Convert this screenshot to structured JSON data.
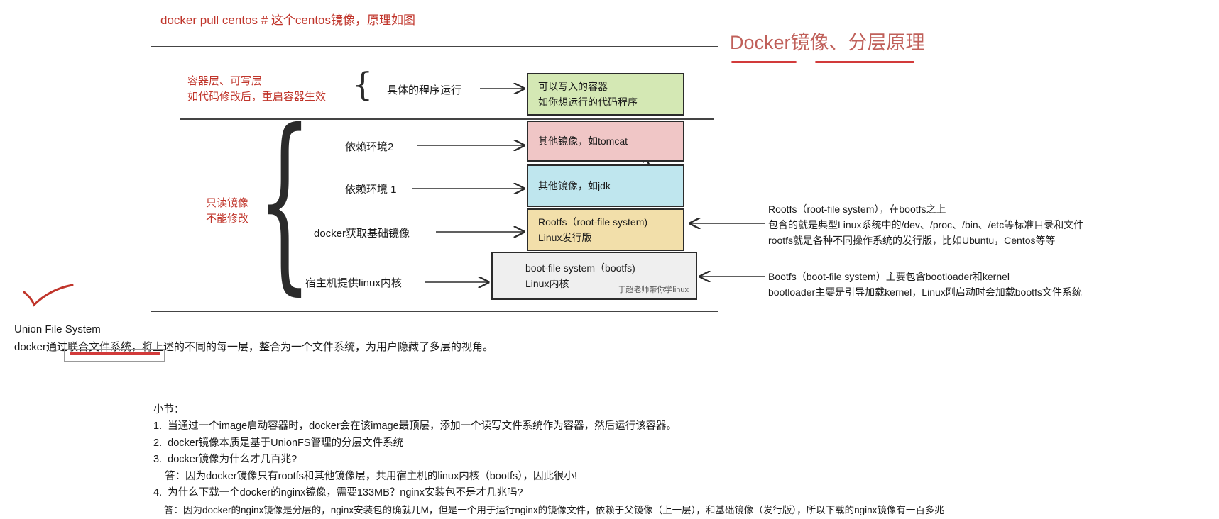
{
  "header": {
    "command": "docker pull centos  # 这个centos镜像，原理如图",
    "title": "Docker镜像、分层原理"
  },
  "diagram": {
    "left_labels": {
      "container_layer": [
        "容器层、可写层",
        "如代码修改后，重启容器生效"
      ],
      "readonly": [
        "只读镜像",
        "不能修改"
      ]
    },
    "row_labels": [
      "具体的程序运行",
      "依赖环境2",
      "依赖环境 1",
      "docker获取基础镜像",
      "宿主机提供linux内核"
    ],
    "boxes": {
      "green": [
        "可以写入的容器",
        "如你想运行的代码程序"
      ],
      "pink": [
        "其他镜像，如tomcat"
      ],
      "cyan": [
        "其他镜像，如jdk"
      ],
      "yellow": [
        "Rootfs（root-file system)",
        "Linux发行版"
      ],
      "gray": [
        "boot-file system（bootfs)",
        "Linux内核"
      ]
    },
    "watermark": "于超老师带你学linux",
    "rootfs_notes": [
      "Rootfs（root-file system），在bootfs之上",
      "包含的就是典型Linux系统中的/dev、/proc、/bin、/etc等标准目录和文件",
      "rootfs就是各种不同操作系统的发行版，比如Ubuntu，Centos等等"
    ],
    "bootfs_notes": [
      "Bootfs（boot-file system）主要包含bootloader和kernel",
      "bootloader主要是引导加载kernel，Linux刚启动时会加载bootfs文件系统"
    ]
  },
  "ufs": {
    "title": "Union File System",
    "desc": "docker通过联合文件系统，将上述的不同的每一层，整合为一个文件系统，为用户隐藏了多层的视角。"
  },
  "summary": {
    "heading": "小节：",
    "lines": [
      "1.  当通过一个image启动容器时，docker会在该image最顶层，添加一个读写文件系统作为容器，然后运行该容器。",
      "2.  docker镜像本质是基于UnionFS管理的分层文件系统",
      "3.  docker镜像为什么才几百兆?",
      "    答：因为docker镜像只有rootfs和其他镜像层，共用宿主机的linux内核（bootfs），因此很小!",
      "4.  为什么下载一个docker的nginx镜像，需要133MB？nginx安装包不是才几兆吗?",
      "    答：因为docker的nginx镜像是分层的，nginx安装包的确就几M，但是一个用于运行nginx的镜像文件，依赖于父镜像（上一层），和基础镜像（发行版），所以下载的nginx镜像有一百多兆"
    ]
  },
  "colors": {
    "accent_red": "#c0352b",
    "green_box": "#d4e8b4",
    "pink_box": "#f0c6c6",
    "cyan_box": "#bfe6ee",
    "yellow_box": "#f2dfaa",
    "gray_box": "#efefef"
  }
}
